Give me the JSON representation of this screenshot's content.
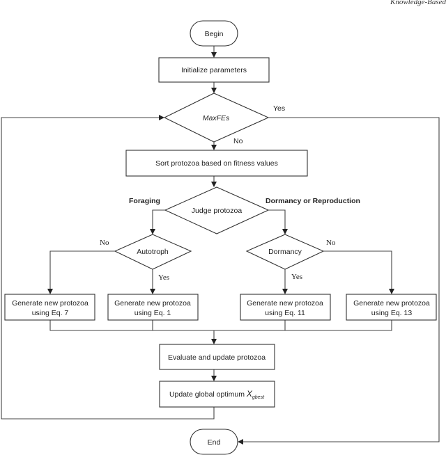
{
  "header": {
    "running_title": "Knowledge-Based"
  },
  "nodes": {
    "begin": "Begin",
    "init": "Initialize parameters",
    "maxfes": "MaxFEs",
    "sort": "Sort protozoa based on fitness values",
    "judge": "Judge protozoa",
    "autotroph": "Autotroph",
    "dormancy": "Dormancy",
    "gen7": [
      "Generate new protozoa",
      "using Eq. 7"
    ],
    "gen1": [
      "Generate new protozoa",
      "using Eq. 1"
    ],
    "gen11": [
      "Generate new protozoa",
      "using Eq. 11"
    ],
    "gen13": [
      "Generate new protozoa",
      "using Eq. 13"
    ],
    "evaluate": "Evaluate and update protozoa",
    "update": {
      "text": "Update global optimum ",
      "var": "X",
      "sub": "gbest"
    },
    "end": "End"
  },
  "labels": {
    "maxfes_yes": "Yes",
    "maxfes_no": "No",
    "foraging": "Foraging",
    "dormancy_or_reproduction": "Dormancy or Reproduction",
    "autotroph_no": "No",
    "autotroph_yes": "Yes",
    "dormancy_yes": "Yes",
    "dormancy_no": "No"
  }
}
